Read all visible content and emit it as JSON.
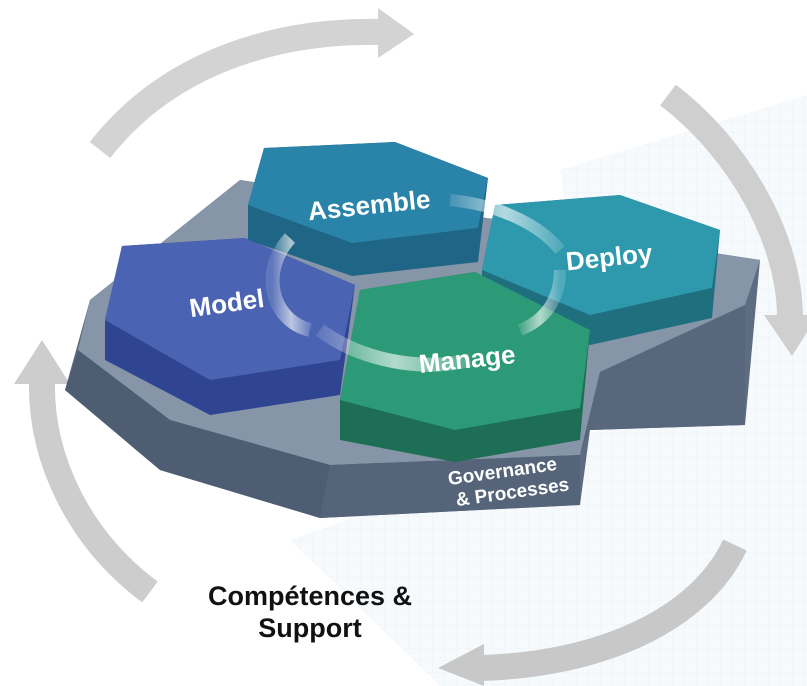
{
  "diagram": {
    "hexagons": [
      {
        "id": "assemble",
        "label": "Assemble",
        "color": "#2a83a8"
      },
      {
        "id": "deploy",
        "label": "Deploy",
        "color": "#2e99ad"
      },
      {
        "id": "model",
        "label": "Model",
        "color": "#4a64b3"
      },
      {
        "id": "manage",
        "label": "Manage",
        "color": "#2c9a76"
      }
    ],
    "base": {
      "label_line1": "Governance",
      "label_line2": "& Processes",
      "color": "#8795a8"
    },
    "caption": {
      "line1": "Compétences &",
      "line2": "Support"
    },
    "cycle_arrow_color": "#c9c9c9"
  }
}
